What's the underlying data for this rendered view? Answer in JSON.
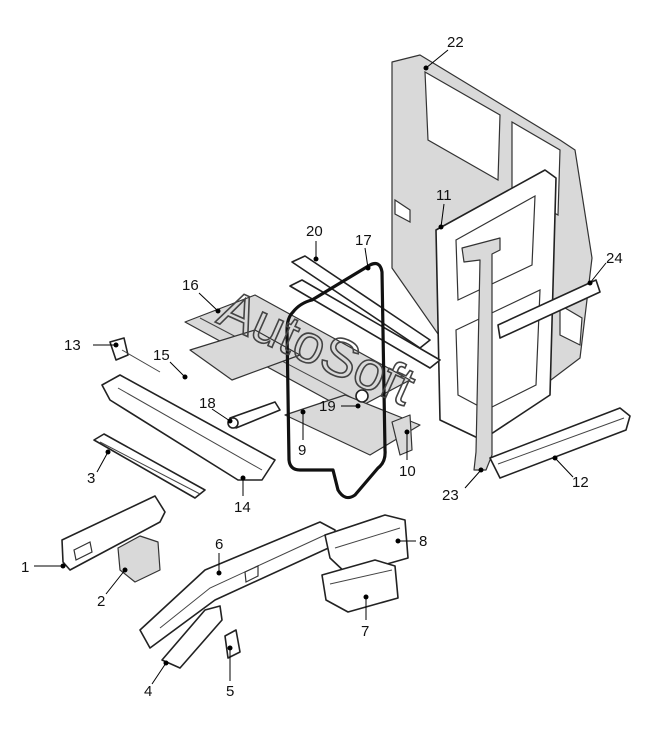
{
  "diagram": {
    "callouts": [
      "1",
      "2",
      "3",
      "4",
      "5",
      "6",
      "7",
      "8",
      "9",
      "10",
      "11",
      "12",
      "13",
      "14",
      "15",
      "16",
      "17",
      "18",
      "19",
      "20",
      "22",
      "23",
      "24"
    ],
    "watermark": "AutoSoft"
  }
}
